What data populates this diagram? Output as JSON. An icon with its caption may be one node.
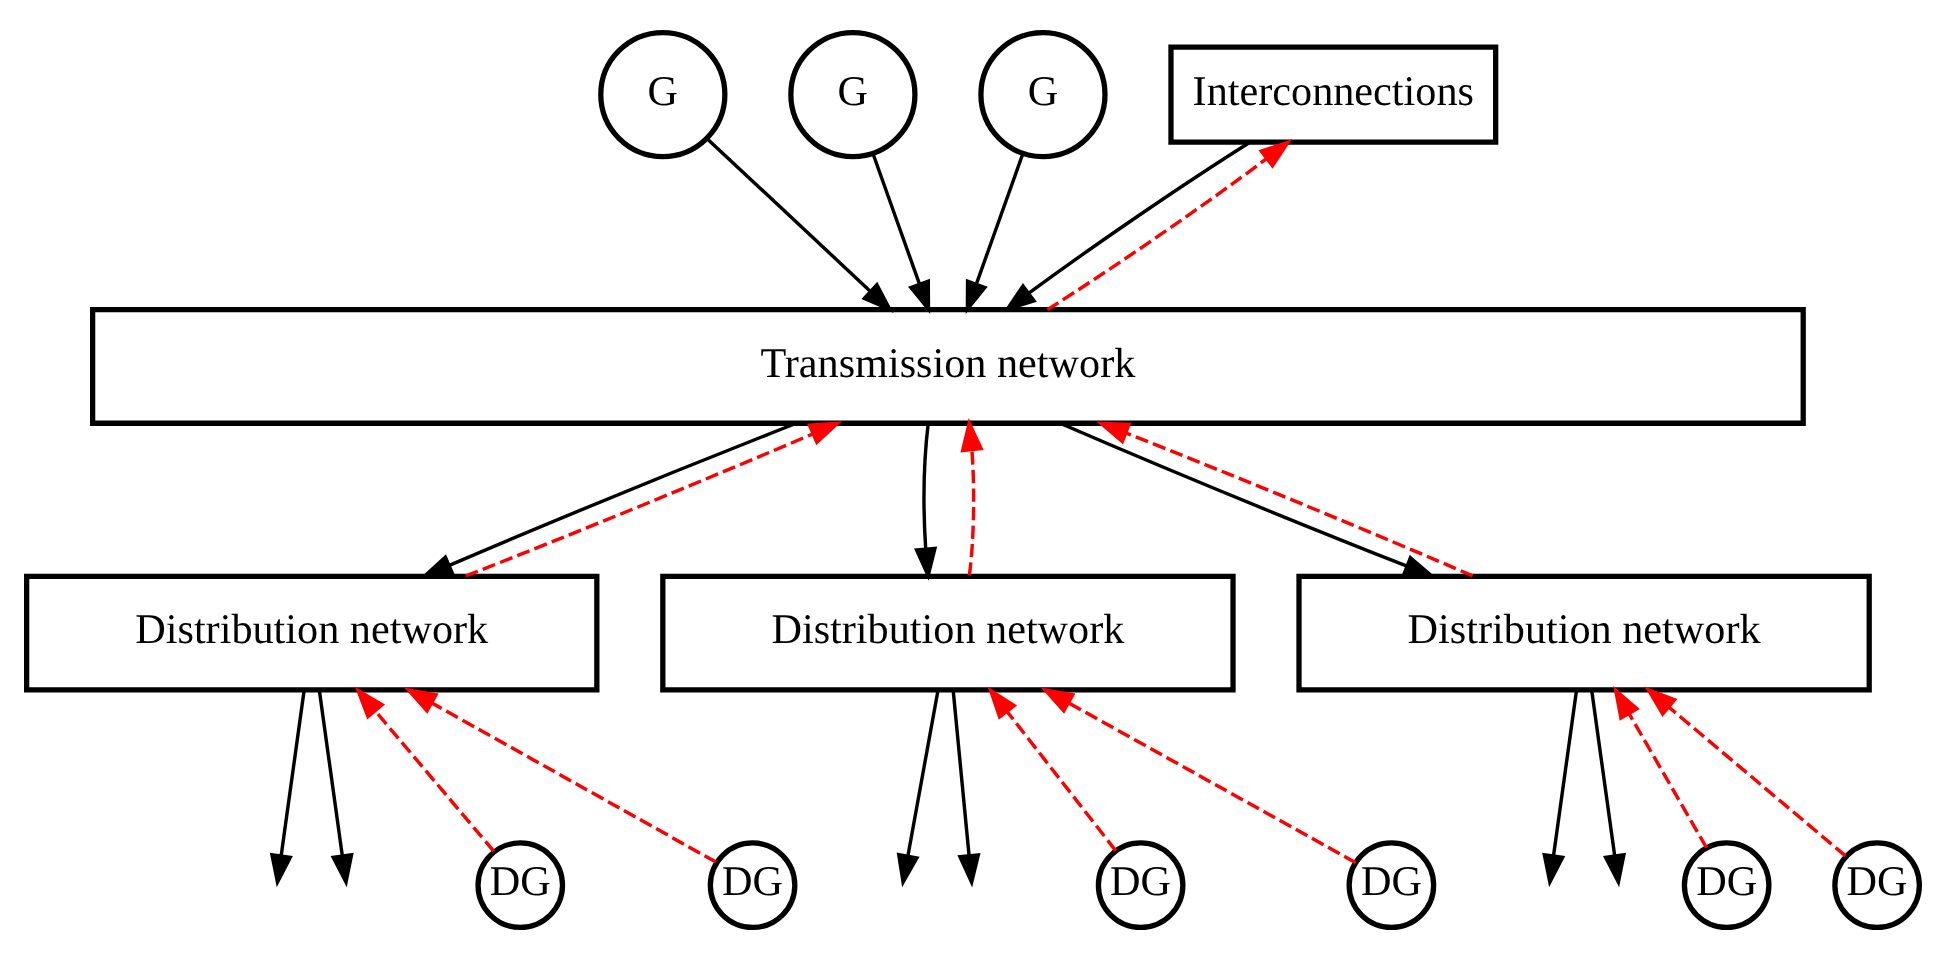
{
  "diagram": {
    "nodes": [
      {
        "text": [
          "G"
        ]
      },
      {
        "text": [
          "G"
        ]
      },
      {
        "text": [
          "G"
        ]
      },
      {
        "text": [
          "Interconnections"
        ]
      },
      {
        "text": [
          "Transmission network"
        ]
      },
      {
        "text": [
          "Distribution network"
        ]
      },
      {
        "text": [
          "Distribution network"
        ]
      },
      {
        "text": [
          "Distribution network"
        ]
      },
      {
        "text": [
          "DG"
        ]
      },
      {
        "text": [
          "DG"
        ]
      },
      {
        "text": [
          "DG"
        ]
      },
      {
        "text": [
          "DG"
        ]
      },
      {
        "text": [
          "DG"
        ]
      },
      {
        "text": [
          "DG"
        ]
      }
    ],
    "edges": [
      {
        "from": 0,
        "to": 4,
        "arrow": "to"
      },
      {
        "from": 1,
        "to": 4,
        "arrow": "to"
      },
      {
        "from": 2,
        "to": 4,
        "arrow": "to"
      },
      {
        "from": 3,
        "to": 4,
        "arrow": "to"
      },
      {
        "from": 4,
        "to": 3,
        "arrow": "to",
        "style": "dashed",
        "color": "#ff0000"
      },
      {
        "from": 4,
        "to": 5,
        "arrow": "to"
      },
      {
        "from": 5,
        "to": 4,
        "arrow": "to",
        "style": "dashed",
        "color": "#ff0000"
      },
      {
        "from": 4,
        "to": 6,
        "arrow": "to"
      },
      {
        "from": 6,
        "to": 4,
        "arrow": "to",
        "style": "dashed",
        "color": "#ff0000"
      },
      {
        "from": 4,
        "to": 7,
        "arrow": "to"
      },
      {
        "from": 7,
        "to": 4,
        "arrow": "to",
        "style": "dashed",
        "color": "#ff0000"
      },
      {
        "from": 8,
        "to": 5,
        "arrow": "to",
        "style": "dashed",
        "color": "#ff0000"
      },
      {
        "from": 5,
        "to": null,
        "arrow": "to"
      },
      {
        "from": 9,
        "to": 5,
        "arrow": "to",
        "style": "dashed",
        "color": "#ff0000"
      },
      {
        "from": 5,
        "to": null,
        "arrow": "to"
      },
      {
        "from": 10,
        "to": 6,
        "arrow": "to",
        "style": "dashed",
        "color": "#ff0000"
      },
      {
        "from": 6,
        "to": null,
        "arrow": "to"
      },
      {
        "from": 11,
        "to": 6,
        "arrow": "to",
        "style": "dashed",
        "color": "#ff0000"
      },
      {
        "from": 6,
        "to": null,
        "arrow": "to"
      },
      {
        "from": 12,
        "to": 7,
        "arrow": "to",
        "style": "dashed",
        "color": "#ff0000"
      },
      {
        "from": 7,
        "to": null,
        "arrow": "to"
      },
      {
        "from": 13,
        "to": 7,
        "arrow": "to",
        "style": "dashed",
        "color": "#ff0000"
      },
      {
        "from": 7,
        "to": null,
        "arrow": "to"
      }
    ]
  }
}
